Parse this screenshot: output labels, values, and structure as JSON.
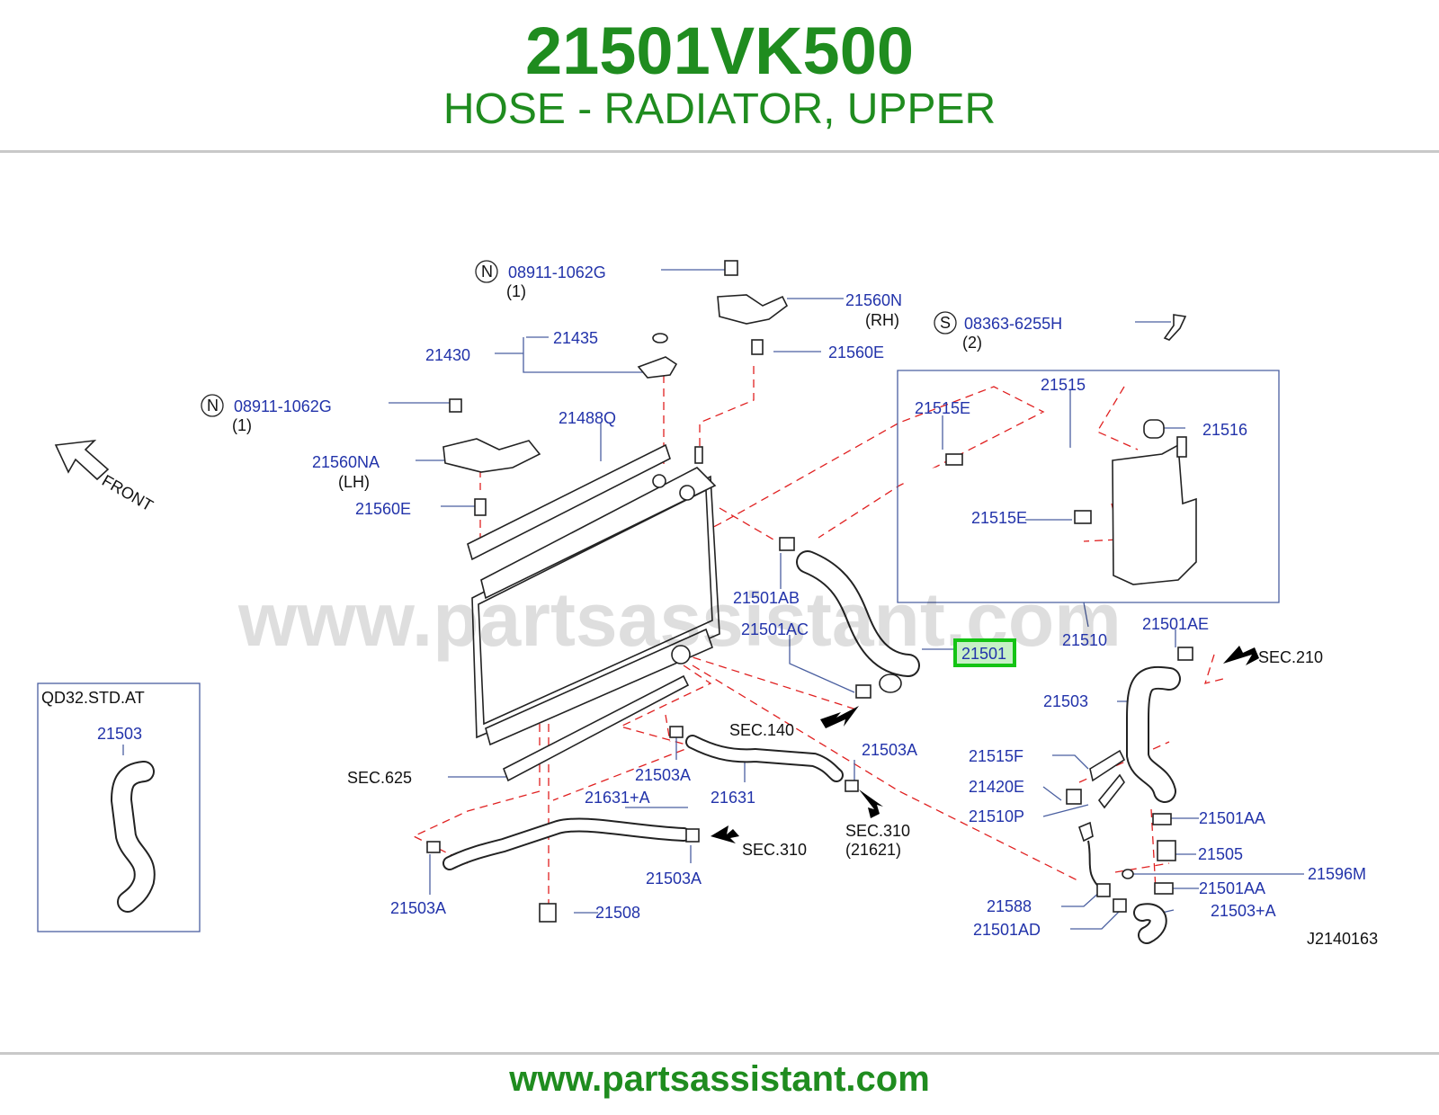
{
  "header": {
    "part_number": "21501VK500",
    "description": "HOSE - RADIATOR, UPPER"
  },
  "footer": {
    "url": "www.partsassistant.com"
  },
  "diagram": {
    "watermark": "www.partsassistant.com",
    "front_label": "FRONT",
    "diagram_id": "J2140163",
    "highlight_color": "#14c414",
    "text_color": "#2233aa",
    "inset_label": "QD32.STD.AT",
    "inset_part": "21503",
    "callouts": {
      "n_top": {
        "symbol": "N",
        "part": "08911-1062G",
        "qty": "(1)"
      },
      "n_left": {
        "symbol": "N",
        "part": "08911-1062G",
        "qty": "(1)"
      },
      "s_bolt": {
        "symbol": "S",
        "part": "08363-6255H",
        "qty": "(2)"
      },
      "p21560N": {
        "part": "21560N",
        "note": "(RH)"
      },
      "p21560NA": {
        "part": "21560NA",
        "note": "(LH)"
      },
      "p21435": "21435",
      "p21430": "21430",
      "p21560E_top": "21560E",
      "p21560E_left": "21560E",
      "p21488Q": "21488Q",
      "p21515": "21515",
      "p21515E_top": "21515E",
      "p21515E_bot": "21515E",
      "p21516": "21516",
      "p21510": "21510",
      "p21501AB": "21501AB",
      "p21501AC": "21501AC",
      "p21501": "21501",
      "p21501AE": "21501AE",
      "sec210": "SEC.210",
      "p21503_right": "21503",
      "sec140": "SEC.140",
      "p21503A_1": "21503A",
      "p21503A_2": "21503A",
      "p21503A_3": "21503A",
      "p21503A_4": "21503A",
      "p21631": "21631",
      "p21631A": "21631+A",
      "sec625": "SEC.625",
      "sec310_a": "SEC.310",
      "sec310_b": "SEC.310",
      "sec310_b_note": "(21621)",
      "p21515F": "21515F",
      "p21420E": "21420E",
      "p21510P": "21510P",
      "p21501AA_1": "21501AA",
      "p21505": "21505",
      "p21596M": "21596M",
      "p21501AA_2": "21501AA",
      "p21588": "21588",
      "p21503A_plus": "21503+A",
      "p21501AD": "21501AD",
      "p21508": "21508"
    }
  }
}
